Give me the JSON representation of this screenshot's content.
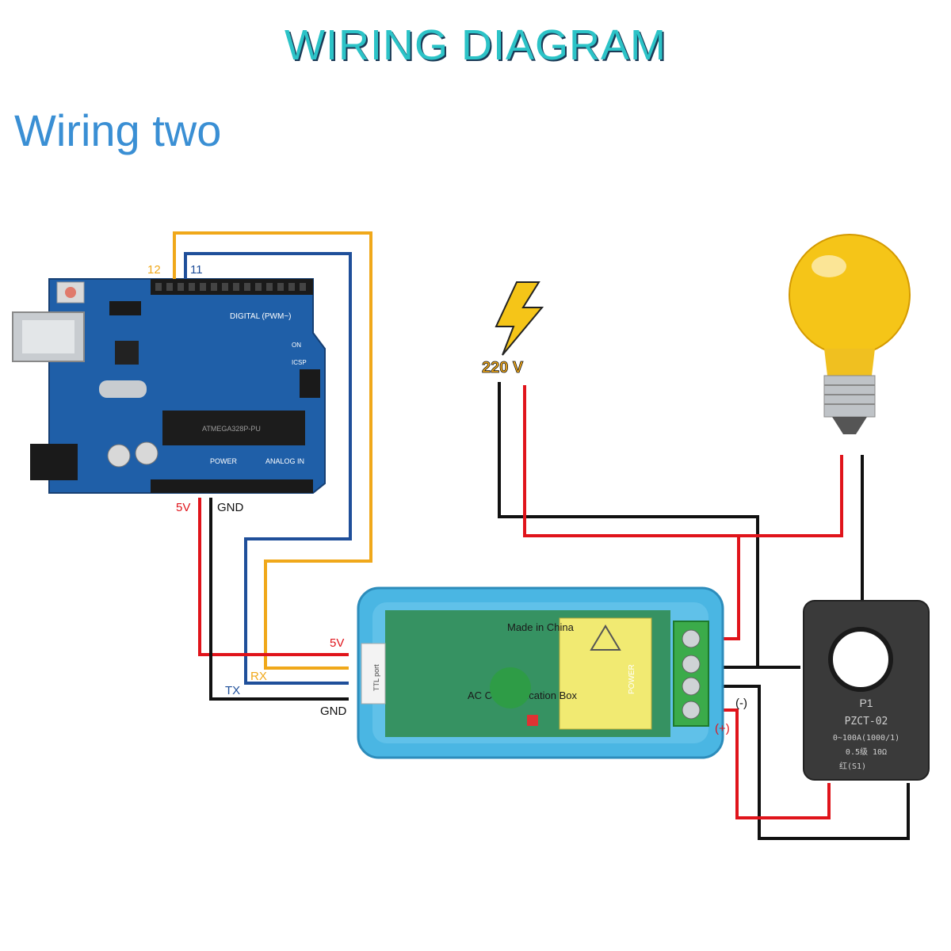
{
  "title": "WIRING DIAGRAM",
  "subtitle": "Wiring two",
  "arduino": {
    "pin12": "12",
    "pin11": "11",
    "pin_5v": "5V",
    "pin_gnd": "GND",
    "digital_header": "DIGITAL (PWM~)",
    "power_header": "POWER",
    "analog_header": "ANALOG IN",
    "chip_label": "ATMEGA328P-PU",
    "on_label": "ON",
    "icsp_label": "ICSP"
  },
  "module": {
    "label_5v": "5V",
    "label_rx": "RX",
    "label_tx": "TX",
    "label_gnd": "GND",
    "ttl_port": "TTL port",
    "made_in": "Made in China",
    "box_text": "AC Communication Box",
    "power_label": "POWER",
    "minus_label": "(-)",
    "plus_label": "(+)"
  },
  "power_source": {
    "label": "220 V"
  },
  "ct": {
    "p1": "P1",
    "model": "PZCT-02",
    "range": "0~100A(1000/1)",
    "spec": "0.5级   10Ω",
    "s1": "红(S1)"
  },
  "colors": {
    "wire_red": "#e0141b",
    "wire_black": "#111111",
    "wire_orange": "#f0a81a",
    "wire_blue": "#1f4f9a",
    "board_blue": "#1f5fa8",
    "module_blue": "#4ab6e3",
    "title_teal": "#2cc3c7",
    "subtitle_blue": "#3a8fd4",
    "bulb_yellow": "#f5c518"
  }
}
